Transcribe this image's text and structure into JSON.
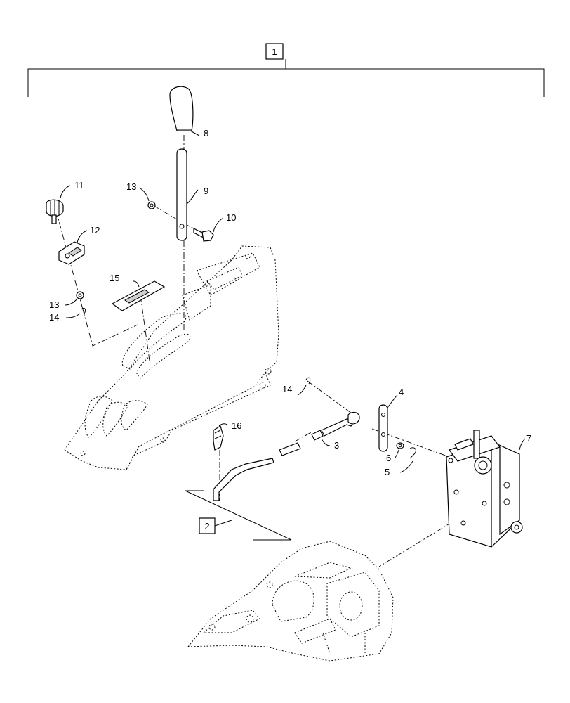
{
  "callouts": {
    "assembly": "1",
    "subassembly": "2",
    "p3": "3",
    "p4": "4",
    "p5": "5",
    "p6": "6",
    "p7": "7",
    "p8": "8",
    "p9": "9",
    "p10": "10",
    "p11": "11",
    "p12": "12",
    "p13a": "13",
    "p13b": "13",
    "p14a": "14",
    "p14b": "14",
    "p15": "15",
    "p16": "16"
  }
}
